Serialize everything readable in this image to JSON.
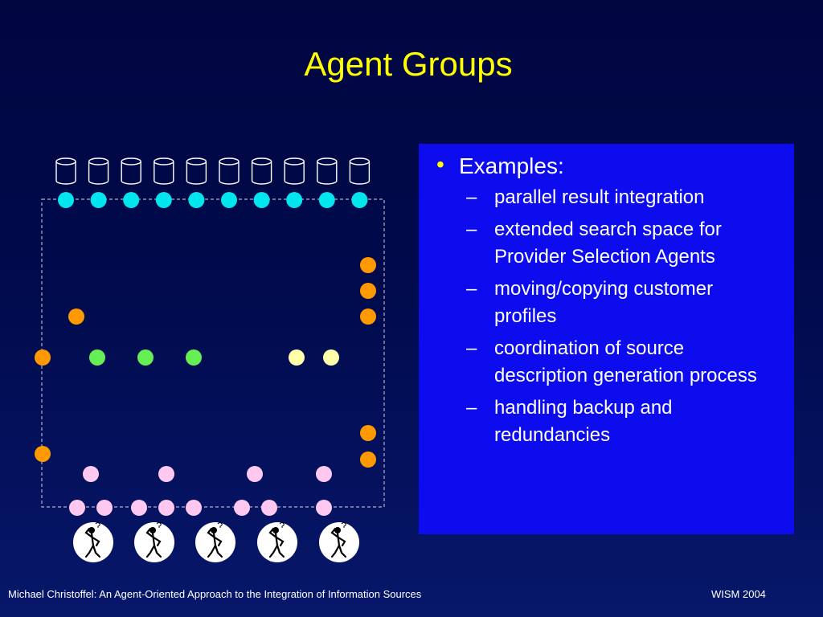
{
  "slide": {
    "title": "Agent Groups",
    "bullet": "Examples:",
    "sub_items": [
      "parallel result integration",
      "extended search space for Provider Selection Agents",
      "moving/copying customer profiles",
      "coordination of source description generation process",
      "handling backup and redundancies"
    ],
    "footer_left": "Michael Christoffel: An Agent-Oriented Approach to the Integration of Information Sources",
    "footer_right": "WISM 2004"
  },
  "diagram": {
    "database_count": 10,
    "source_agent_count": 10,
    "user_count": 5,
    "colors": {
      "source_agent": "#00e5ee",
      "orange_agent": "#ff9900",
      "green_agent": "#66ee55",
      "yellow_agent": "#ffffaa",
      "pink_agent": "#ffc8f0",
      "database_stroke": "#ffffff",
      "group_border": "#b0b0c8"
    },
    "icons": [
      "database-icon",
      "user-thinking-icon"
    ]
  }
}
